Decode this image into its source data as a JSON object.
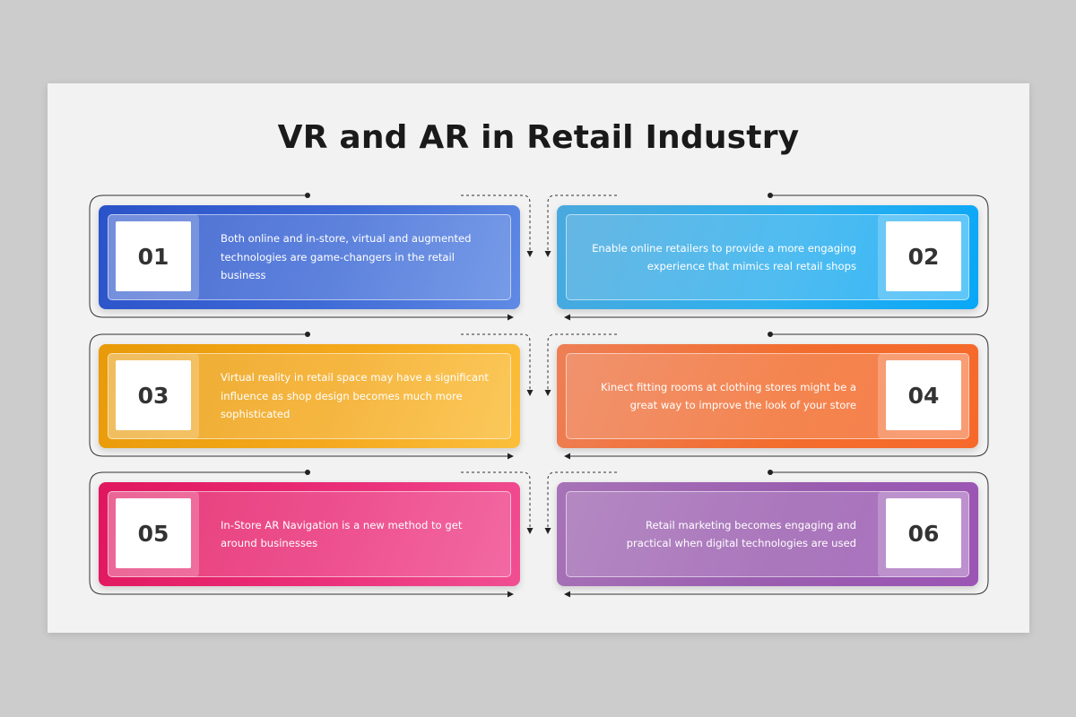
{
  "title": "VR and AR in Retail Industry",
  "colors": {
    "step_01": "#3b62d3",
    "step_02": "#1faeee",
    "step_03": "#f3a81c",
    "step_04": "#f26d2e",
    "step_05": "#e92a74",
    "step_06": "#9d5fb3"
  },
  "steps": [
    {
      "number": "01",
      "lines": [
        "Both online and in-store, virtual and augmented",
        "technologies are game-changers in the retail",
        "business"
      ]
    },
    {
      "number": "02",
      "lines": [
        "Enable online retailers to provide a more engaging",
        "experience that mimics real retail shops"
      ]
    },
    {
      "number": "03",
      "lines": [
        "Virtual reality in retail space may have a significant",
        "influence as shop design becomes much more",
        "sophisticated"
      ]
    },
    {
      "number": "04",
      "lines": [
        "Kinect fitting rooms at clothing stores might be a",
        "great way to improve the look of your store"
      ]
    },
    {
      "number": "05",
      "lines": [
        "In-Store AR Navigation is a new method to get",
        "around businesses"
      ]
    },
    {
      "number": "06",
      "lines": [
        "Retail marketing becomes engaging and",
        "practical when digital technologies are used"
      ]
    }
  ]
}
